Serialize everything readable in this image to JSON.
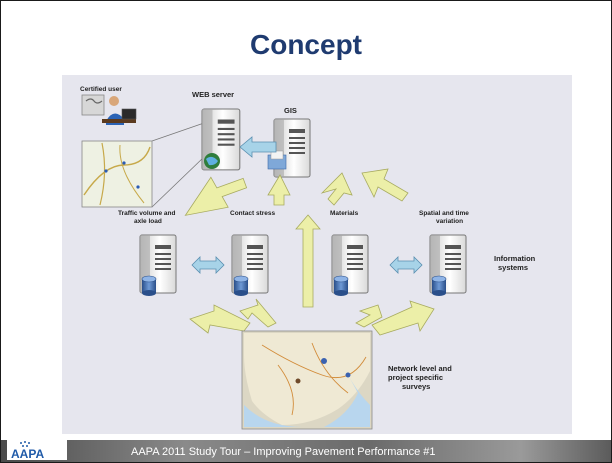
{
  "slide": {
    "title": "Concept"
  },
  "diagram": {
    "labels": {
      "certified_user": "Certified user",
      "web_server": "WEB server",
      "gis": "GIS",
      "traffic": [
        "Traffic volume and",
        "axle load"
      ],
      "contact_stress": "Contact stress",
      "materials": "Materials",
      "spatial": [
        "Spatial and time",
        "variation"
      ],
      "information_systems": [
        "Information",
        "systems"
      ],
      "network": [
        "Network level and",
        "project specific",
        "surveys"
      ]
    }
  },
  "footer": {
    "logo_text": "AAPA",
    "caption": "AAPA 2011 Study Tour – Improving Pavement Performance #1"
  },
  "colors": {
    "title": "#1f3b70",
    "diagram_bg": "#e6e6ee",
    "arrow_fill": "#ecefa8",
    "double_arrow_fill": "#a7d3e8"
  }
}
